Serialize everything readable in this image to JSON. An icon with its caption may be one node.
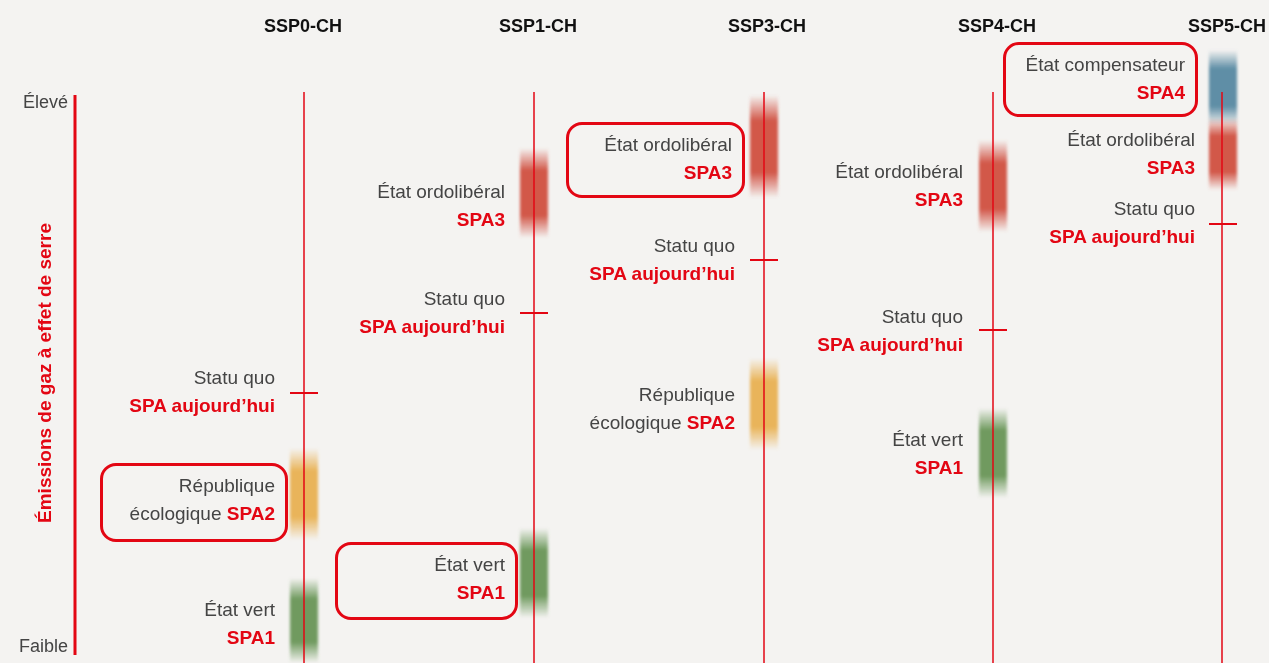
{
  "diagram": {
    "nodes": [
      {
        "text": [
          "Statu quo",
          "SPA aujourd’hui"
        ]
      },
      {
        "text": [
          "République écologique",
          "SPA2"
        ]
      },
      {
        "text": [
          "État vert",
          "SPA1"
        ]
      },
      {
        "text": [
          "État ordolibéral",
          "SPA3"
        ]
      },
      {
        "text": [
          "Statu quo",
          "SPA aujourd’hui"
        ]
      },
      {
        "text": [
          "État vert",
          "SPA1"
        ]
      },
      {
        "text": [
          "État ordolibéral",
          "SPA3"
        ]
      },
      {
        "text": [
          "Statu quo",
          "SPA aujourd’hui"
        ]
      },
      {
        "text": [
          "République écologique",
          "SPA2"
        ]
      },
      {
        "text": [
          "État ordolibéral",
          "SPA3"
        ]
      },
      {
        "text": [
          "Statu quo",
          "SPA aujourd’hui"
        ]
      },
      {
        "text": [
          "État vert",
          "SPA1"
        ]
      },
      {
        "text": [
          "État compensateur",
          "SPA4"
        ]
      },
      {
        "text": [
          "État ordolibéral",
          "SPA3"
        ]
      },
      {
        "text": [
          "Statu quo",
          "SPA aujourd’hui"
        ]
      }
    ],
    "labels": [
      "SSP0-CH",
      "SSP1-CH",
      "SSP3-CH",
      "SSP4-CH",
      "SSP5-CH",
      "Élevé",
      "Émissions de gaz à effet de serre",
      "Faible"
    ]
  }
}
